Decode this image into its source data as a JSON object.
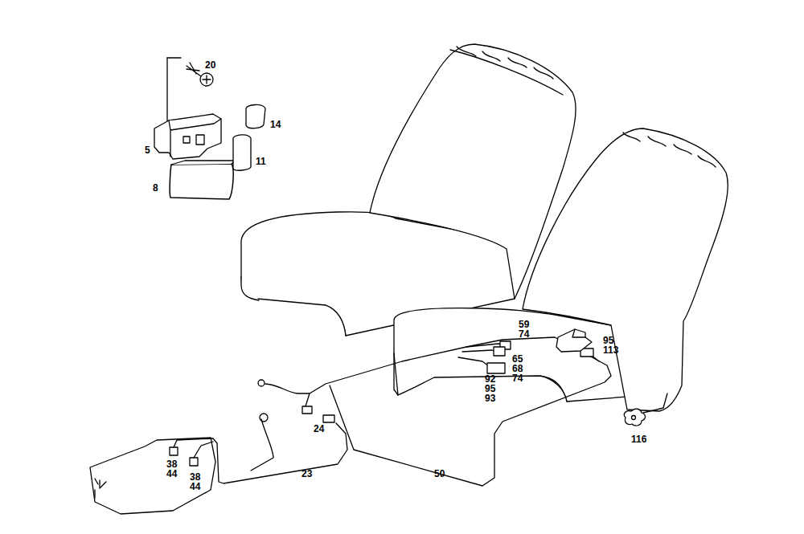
{
  "diagram": {
    "labels": [
      "20",
      "5",
      "14",
      "11",
      "8",
      "59",
      "74",
      "95",
      "113",
      "65",
      "68",
      "74",
      "92",
      "95",
      "93",
      "24",
      "116",
      "38",
      "44",
      "38",
      "44",
      "23",
      "50"
    ]
  }
}
